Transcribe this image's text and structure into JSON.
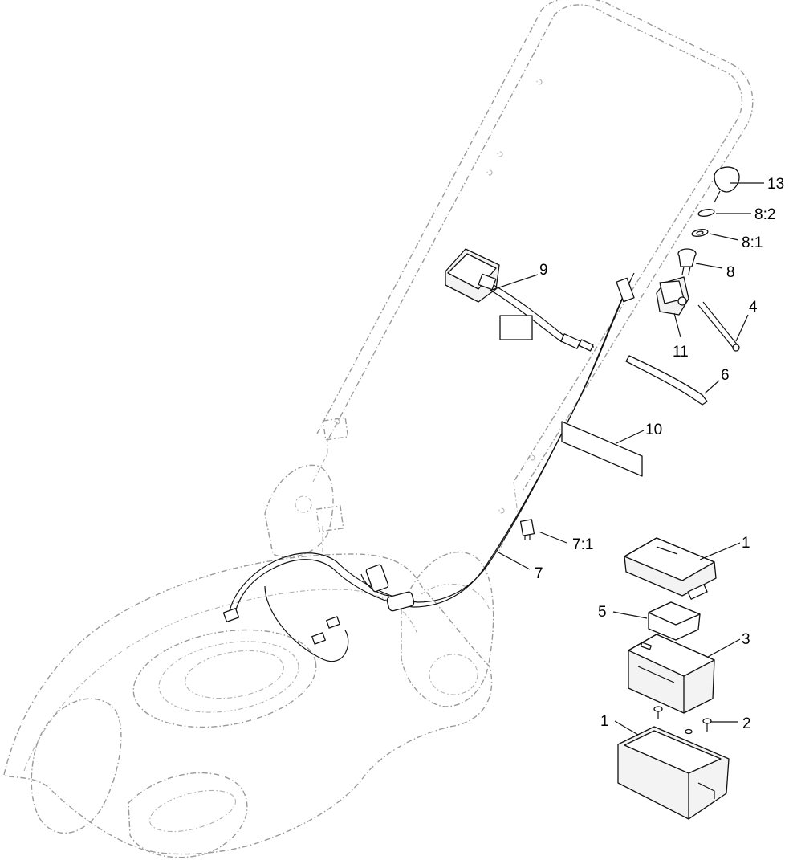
{
  "callouts": [
    {
      "id": "13",
      "label": "13"
    },
    {
      "id": "8-2",
      "label": "8:2"
    },
    {
      "id": "8-1",
      "label": "8:1"
    },
    {
      "id": "8",
      "label": "8"
    },
    {
      "id": "4",
      "label": "4"
    },
    {
      "id": "11",
      "label": "11"
    },
    {
      "id": "9",
      "label": "9"
    },
    {
      "id": "6",
      "label": "6"
    },
    {
      "id": "10",
      "label": "10"
    },
    {
      "id": "7-1",
      "label": "7:1"
    },
    {
      "id": "7",
      "label": "7"
    },
    {
      "id": "1-top",
      "label": "1"
    },
    {
      "id": "5",
      "label": "5"
    },
    {
      "id": "3",
      "label": "3"
    },
    {
      "id": "1-bottom",
      "label": "1"
    },
    {
      "id": "2",
      "label": "2"
    }
  ]
}
